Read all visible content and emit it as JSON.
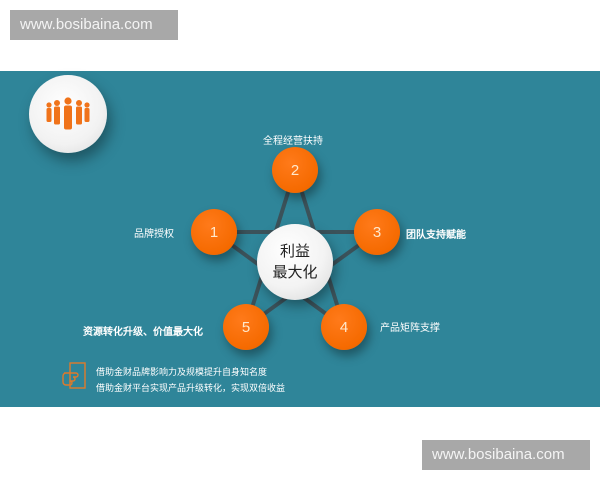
{
  "watermarks": {
    "top": "www.bosibaina.com",
    "bottom": "www.bosibaina.com"
  },
  "colors": {
    "panel_bg": "#2f8599",
    "node_orange": "#f56a00",
    "star_lines": "#3e4a50",
    "watermark_bg": "#a8a8a8"
  },
  "header_icon": "team-people-icon",
  "center": {
    "line1": "利益",
    "line2": "最大化"
  },
  "nodes": [
    {
      "number": "1",
      "label": "品牌授权"
    },
    {
      "number": "2",
      "label": "全程经营扶持"
    },
    {
      "number": "3",
      "label": "团队支持赋能"
    },
    {
      "number": "4",
      "label": "产品矩阵支撑"
    },
    {
      "number": "5",
      "label": "资源转化升级、价值最大化"
    }
  ],
  "notes": {
    "icon": "hand-document-icon",
    "lines": [
      "借助金财品牌影响力及规模提升自身知名度",
      "借助金财平台实现产品升级转化，实现双倍收益"
    ]
  }
}
